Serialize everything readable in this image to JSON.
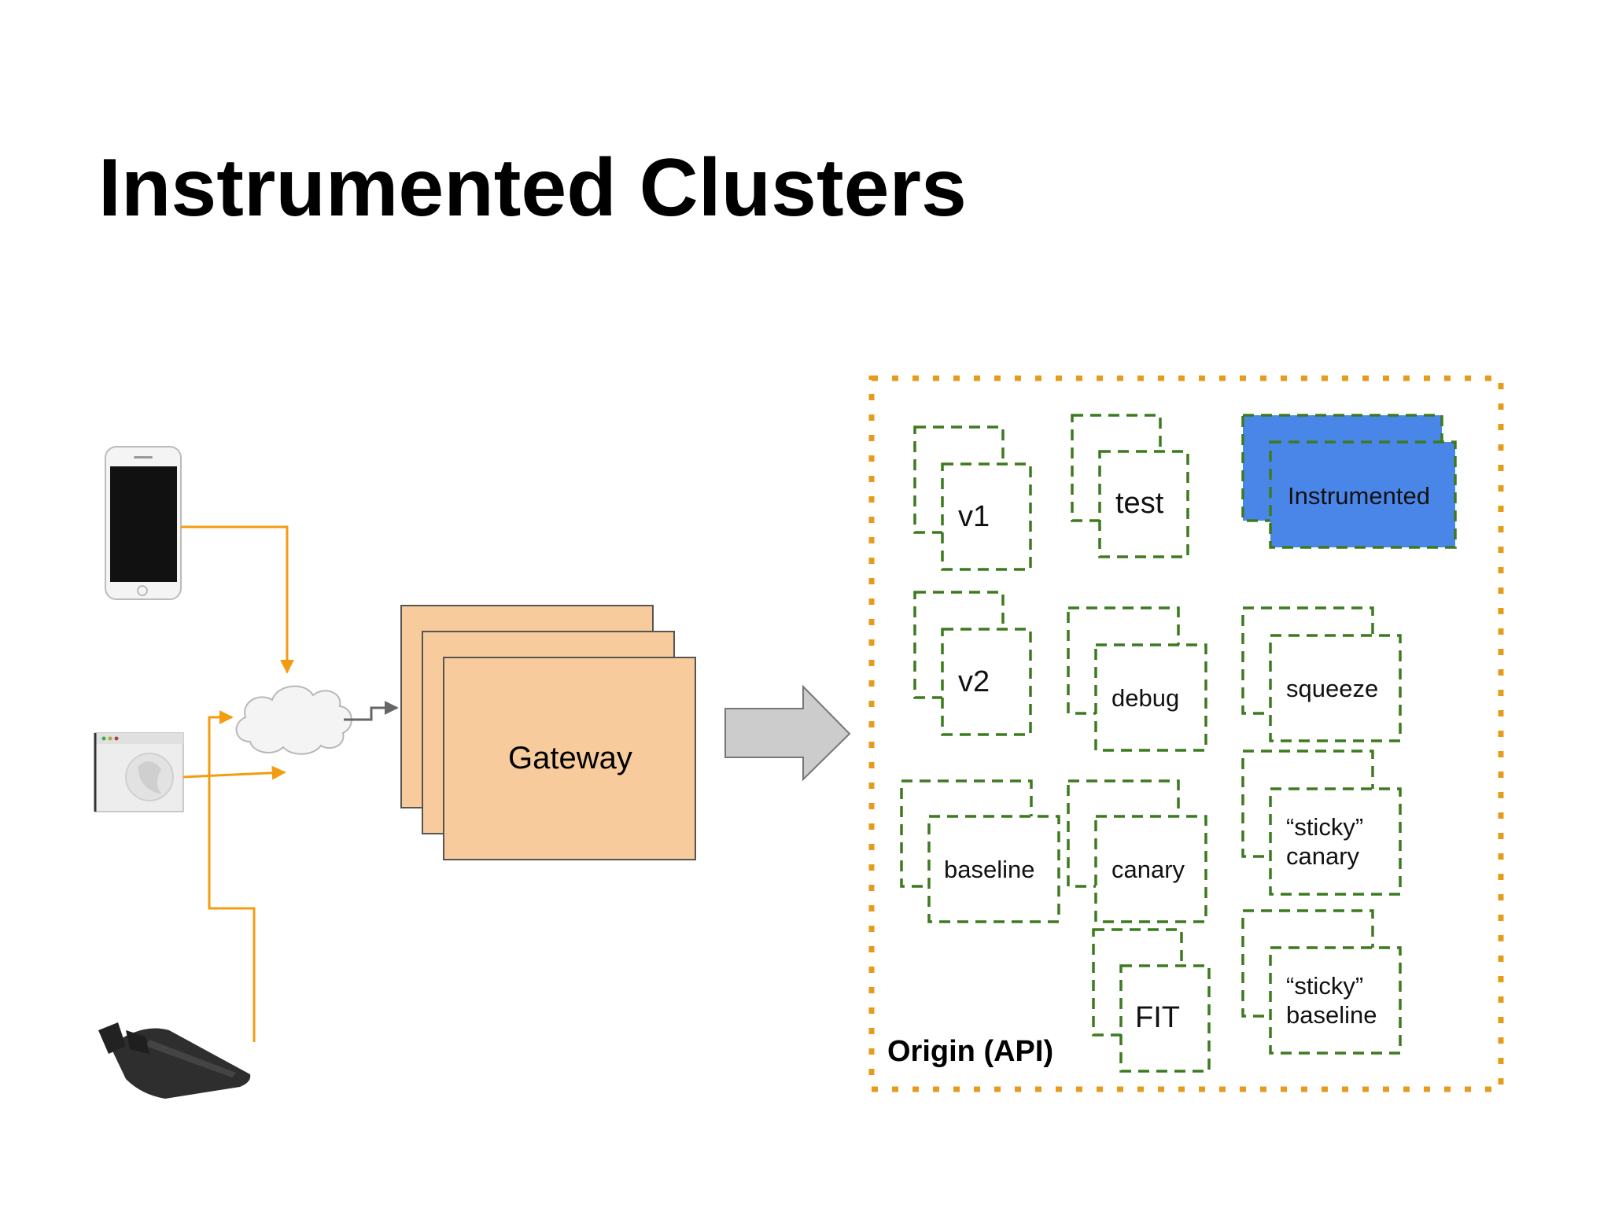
{
  "slide": {
    "title": "Instrumented Clusters"
  },
  "clients": [
    {
      "name": "mobile-phone",
      "icon": "smartphone-icon"
    },
    {
      "name": "web-browser",
      "icon": "browser-icon"
    },
    {
      "name": "tv-device",
      "icon": "streaming-device-icon"
    }
  ],
  "network": {
    "icon": "cloud-icon"
  },
  "gateway": {
    "label": "Gateway",
    "fill": "#f8cb9c",
    "stroke": "#555555"
  },
  "origin": {
    "label": "Origin  (API)",
    "border": "#e69b1d"
  },
  "clusters": {
    "v1": "v1",
    "v2": "v2",
    "test": "test",
    "instrumented": "Instrumented",
    "debug": "debug",
    "squeeze": "squeeze",
    "baseline": "baseline",
    "canary": "canary",
    "sticky_canary": "“sticky” canary",
    "sticky_baseline": "“sticky” baseline",
    "fit": "FIT"
  },
  "colors": {
    "connector": "#f39c12",
    "cluster_border": "#3d7a1f",
    "instrumented_fill": "#4a86e8",
    "big_arrow": "#cccccc"
  }
}
